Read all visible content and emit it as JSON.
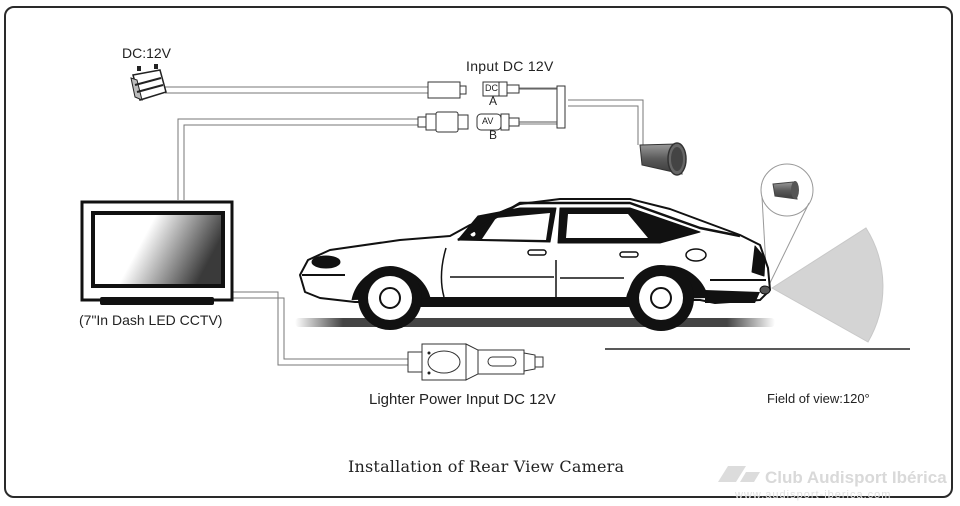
{
  "diagram": {
    "title": "Installation of Rear View Camera",
    "nodes": {
      "battery": {
        "label": "DC:12V",
        "icon": "battery-icon"
      },
      "input_connectors": {
        "label": "Input DC 12V",
        "connector_a": {
          "tag": "DC",
          "label": "A"
        },
        "connector_b": {
          "tag": "AV",
          "label": "B"
        }
      },
      "monitor": {
        "label": "(7\"In Dash LED CCTV)",
        "icon": "monitor-icon"
      },
      "lighter": {
        "label": "Lighter Power Input DC 12V",
        "icon": "cigarette-lighter-plug-icon"
      },
      "camera": {
        "icon": "camera-icon"
      },
      "car": {
        "icon": "sedan-car-icon"
      },
      "field_of_view": {
        "label": "Field of view:120°",
        "angle_deg": 120
      }
    },
    "edges": [
      {
        "from": "battery",
        "to": "connector_a"
      },
      {
        "from": "monitor",
        "to": "connector_b"
      },
      {
        "from": "connector_a",
        "to": "camera"
      },
      {
        "from": "connector_b",
        "to": "camera"
      },
      {
        "from": "monitor",
        "to": "lighter"
      }
    ]
  },
  "watermark": {
    "name": "Club Audisport Ibérica",
    "url": "www.audisport-iberica.com"
  },
  "colors": {
    "line": "#222222",
    "fov_fill": "#d4d4d4",
    "watermark": "#d9d9d9"
  }
}
